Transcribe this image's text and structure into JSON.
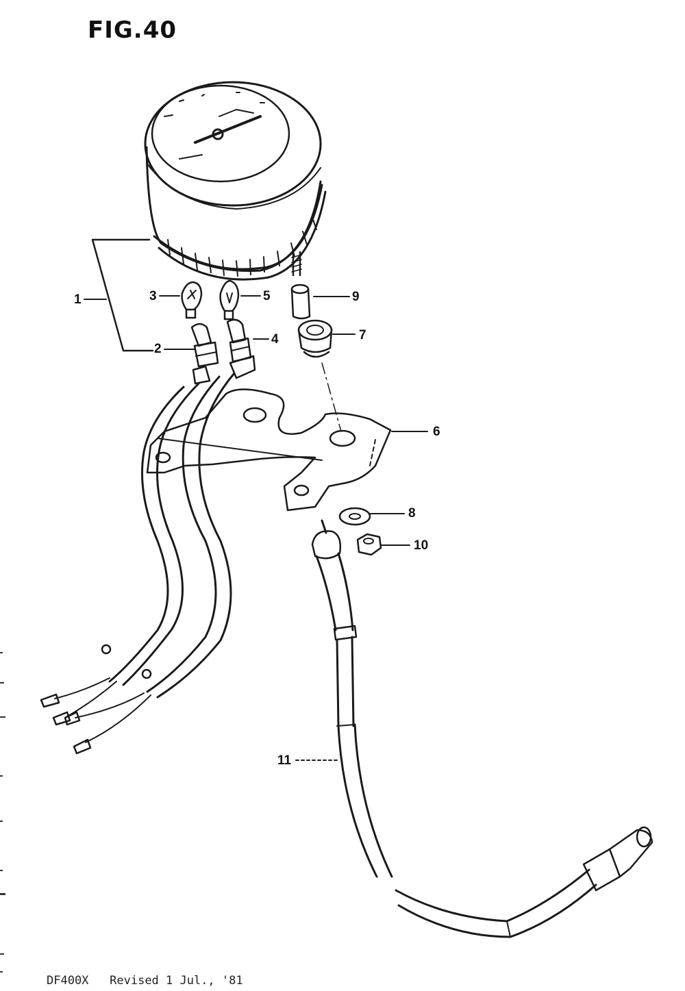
{
  "figure": {
    "title": "FIG.40"
  },
  "callouts": [
    {
      "id": "1",
      "text": "1"
    },
    {
      "id": "2",
      "text": "2"
    },
    {
      "id": "3",
      "text": "3"
    },
    {
      "id": "4",
      "text": "4"
    },
    {
      "id": "5",
      "text": "5"
    },
    {
      "id": "6",
      "text": "6"
    },
    {
      "id": "7",
      "text": "7"
    },
    {
      "id": "8",
      "text": "8"
    },
    {
      "id": "9",
      "text": "9"
    },
    {
      "id": "10",
      "text": "10"
    },
    {
      "id": "11",
      "text": "11"
    }
  ],
  "footer": {
    "model": "DF400X",
    "revision": "Revised 1 Jul., '81"
  }
}
